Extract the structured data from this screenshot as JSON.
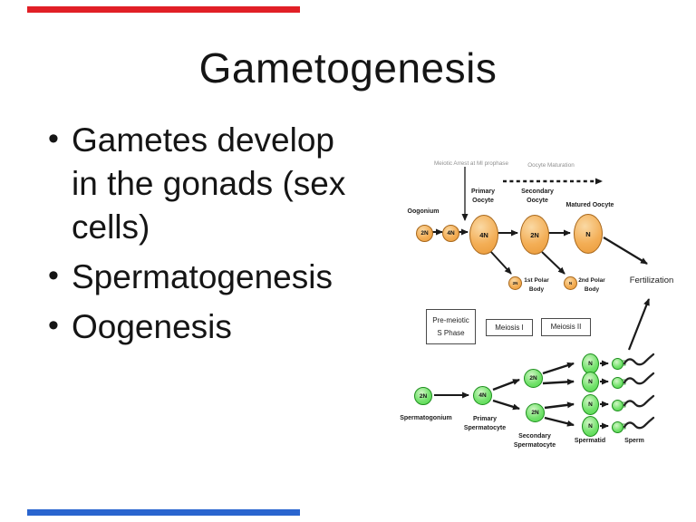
{
  "slide": {
    "title": "Gametogenesis",
    "bullets": [
      {
        "lines": [
          "Gametes develop",
          "in the gonads (sex",
          "cells)"
        ]
      },
      {
        "lines": [
          "Spermatogenesis"
        ]
      },
      {
        "lines": [
          "Oogenesis"
        ]
      }
    ]
  },
  "diagram": {
    "arrest_note": "Meiotic Arrest at MI prophase",
    "maturation_note": "Oocyte Maturation",
    "fertilization_label": "Fertilization",
    "boxes": {
      "premeiotic": [
        "Pre-meiotic",
        "S Phase"
      ],
      "meiosis1": "Meiosis I",
      "meiosis2": "Meiosis II"
    },
    "oogenesis": {
      "oogonium_label": "Oogonium",
      "primary_label": [
        "Primary",
        "Oocyte"
      ],
      "secondary_label": [
        "Secondary",
        "Oocyte"
      ],
      "matured_label": "Matured Oocyte",
      "polar1_label": [
        "1st Polar",
        "Body"
      ],
      "polar2_label": [
        "2nd Polar",
        "Body"
      ],
      "cells": {
        "oogonium": "2N",
        "oogonium2": "4N",
        "primary": "4N",
        "secondary": "2N",
        "matured": "N",
        "polar1": "2N",
        "polar2": "N"
      }
    },
    "spermatogenesis": {
      "spermatogonium_label": "Spermatogonium",
      "primary_label": [
        "Primary",
        "Spermatocyte"
      ],
      "secondary_label": [
        "Secondary",
        "Spermatocyte"
      ],
      "spermatid_label": "Spermatid",
      "sperm_label": "Sperm",
      "cells": {
        "spermatogonium": "2N",
        "primary": "4N",
        "secondary": "2N",
        "spermatid": "N"
      }
    }
  },
  "colors": {
    "top_bar_red": "#e11f26",
    "bottom_bar_blue": "#2a65cf",
    "oocyte_fill": "#f3ae56",
    "oocyte_border": "#a8681c",
    "sperm_cell_fill": "#74e26d",
    "sperm_cell_border": "#1e8f1e",
    "note_gray": "#8f8f8f"
  }
}
